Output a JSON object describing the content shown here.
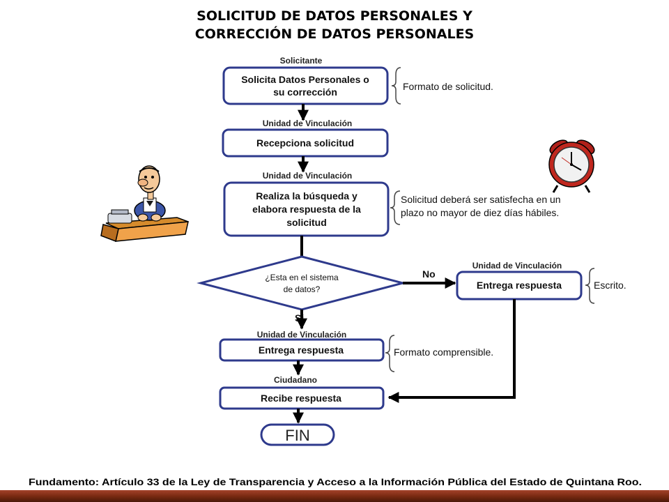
{
  "title": {
    "line1": "SOLICITUD DE DATOS PERSONALES Y",
    "line2": "CORRECCIÓN DE DATOS PERSONALES"
  },
  "lanes": {
    "solicitante": "Solicitante",
    "vinculacion": "Unidad de Vinculación",
    "ciudadano": "Ciudadano"
  },
  "steps": {
    "solicita": [
      "Solicita Datos Personales o",
      "su corrección"
    ],
    "recepciona": "Recepciona solicitud",
    "realiza": [
      "Realiza la búsqueda  y",
      "elabora respuesta de la",
      "solicitud"
    ],
    "decision": [
      "¿Esta en el sistema",
      "de datos?"
    ],
    "entrega_si": "Entrega respuesta",
    "entrega_no": "Entrega respuesta",
    "recibe": "Recibe respuesta",
    "fin": "FIN"
  },
  "branches": {
    "no": "No",
    "si": "Si"
  },
  "notes": {
    "formato_solicitud": "Formato de solicitud.",
    "plazo": [
      "Solicitud deberá ser satisfecha en un",
      "plazo no mayor de diez días hábiles."
    ],
    "escrito": "Escrito.",
    "comprensible": "Formato comprensible."
  },
  "footer": "Fundamento: Artículo 33 de la Ley de Transparencia y Acceso a la Información Pública del Estado de Quintana Roo.",
  "colors": {
    "box_border": "#2e3a8c",
    "footer_bar": "#7a2a12"
  }
}
